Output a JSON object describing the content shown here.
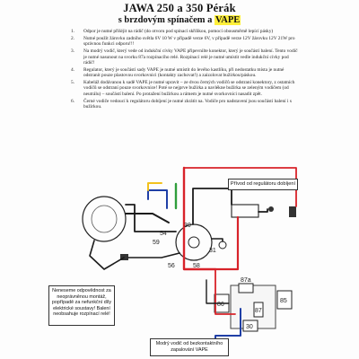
{
  "document": {
    "title": "JAWA 250 a 350 Pérák",
    "subtitle_prefix": "s brzdovým spínačem a",
    "subtitle_highlight": "VAPE"
  },
  "instructions": [
    {
      "num": "1.",
      "text": "Odpor je nutné přišéjit na rádič (do otvoru pod spínací skříňkou, pomocí obousměrně lepící pásky)"
    },
    {
      "num": "2.",
      "text": "Nutné použít žárovku zadního světla 6V 10 W v případě verze 6V, v případě verze 12V žárovku 12V 21W pro správnou funkci odporu!!!"
    },
    {
      "num": "3.",
      "text": "Na modrý vodič, který vede od indukční cívky VAPE připevnilte konektor, který je součástí balení. Tento vodič je nutné nasunout na svorku 87a rozpínacího relé. Rozpínací relé je nutné umístit vedle indukční cívky pod rádič!"
    },
    {
      "num": "4.",
      "text": "Regulator, který je součástí sady VAPE je nutné umístit do levého kastlíku, při nedostatku místa je nutné odstranit pouze plastovou svorkovnici (kontakty zachovat!) a zaizolovat bužírkou/páskou."
    },
    {
      "num": "5.",
      "text": "Kabeláž dodávanou k sadě VAPE je nutné upravit – ze dvou černých vodičů se odstraní konektory, z ostatních vodičů se odstraní pouze svorkovnice! Poté se nejprve bužírka a navlékne bužírka se zeleným vodičem (od neutrálu) – součástí balení. Po protažení bužírkou a rámem je nutné svorkovníci nasadit zpět."
    },
    {
      "num": "6.",
      "text": "Černé vodiče vedoucí k regulátoru dobíjení je nutné zkrátit na. Vodiče pro nadstavení jsou součástí balení i s bužírkou."
    }
  ],
  "diagram": {
    "regulator_label": "Přívod od regulátoru dobíjení",
    "note_label": "Neneseme odpovědnost za neoprávněnou montáž, popřípadě za nefunkční díly elektrické soustavy! Balení neobsahuje rozpínací relé!",
    "blue_wire_label": "Modrý vodič od bezkontaktního zapalování VAPE",
    "terminals": [
      "59",
      "54",
      "30",
      "31",
      "56",
      "58",
      "87a",
      "85",
      "86",
      "30",
      "87"
    ]
  },
  "colors": {
    "red": "#d8232a",
    "blue": "#1f3fa6",
    "green": "#2f9e3c",
    "yellow": "#f2c21d",
    "black": "#1b1b1b",
    "highlight": "#ffef3a"
  }
}
